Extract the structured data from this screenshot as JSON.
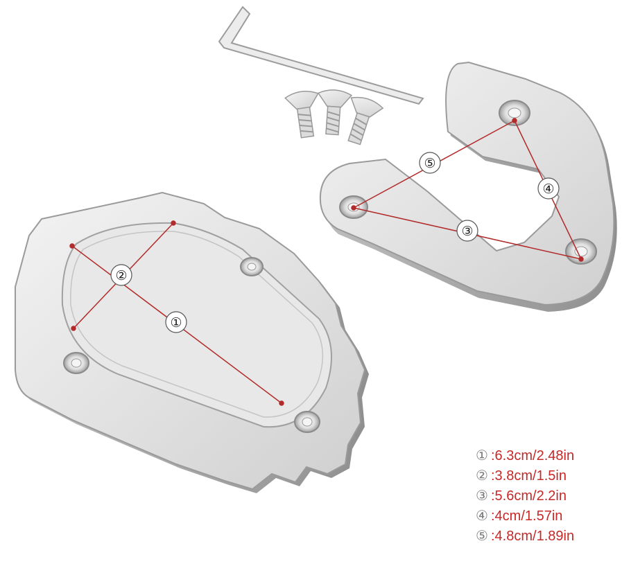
{
  "markers": {
    "m1": "①",
    "m2": "②",
    "m3": "③",
    "m4": "④",
    "m5": "⑤"
  },
  "dimensions": [
    {
      "marker": "①",
      "value": ":6.3cm/2.48in"
    },
    {
      "marker": "②",
      "value": ":3.8cm/1.5in"
    },
    {
      "marker": "③",
      "value": ":5.6cm/2.2in"
    },
    {
      "marker": "④",
      "value": ":4cm/1.57in"
    },
    {
      "marker": "⑤",
      "value": ":4.8cm/1.89in"
    }
  ],
  "colors": {
    "metal": "#e6e6e6",
    "metal_edge": "#a9a9a9",
    "dimension_line": "#b22a2a",
    "legend_text": "#c62828"
  }
}
